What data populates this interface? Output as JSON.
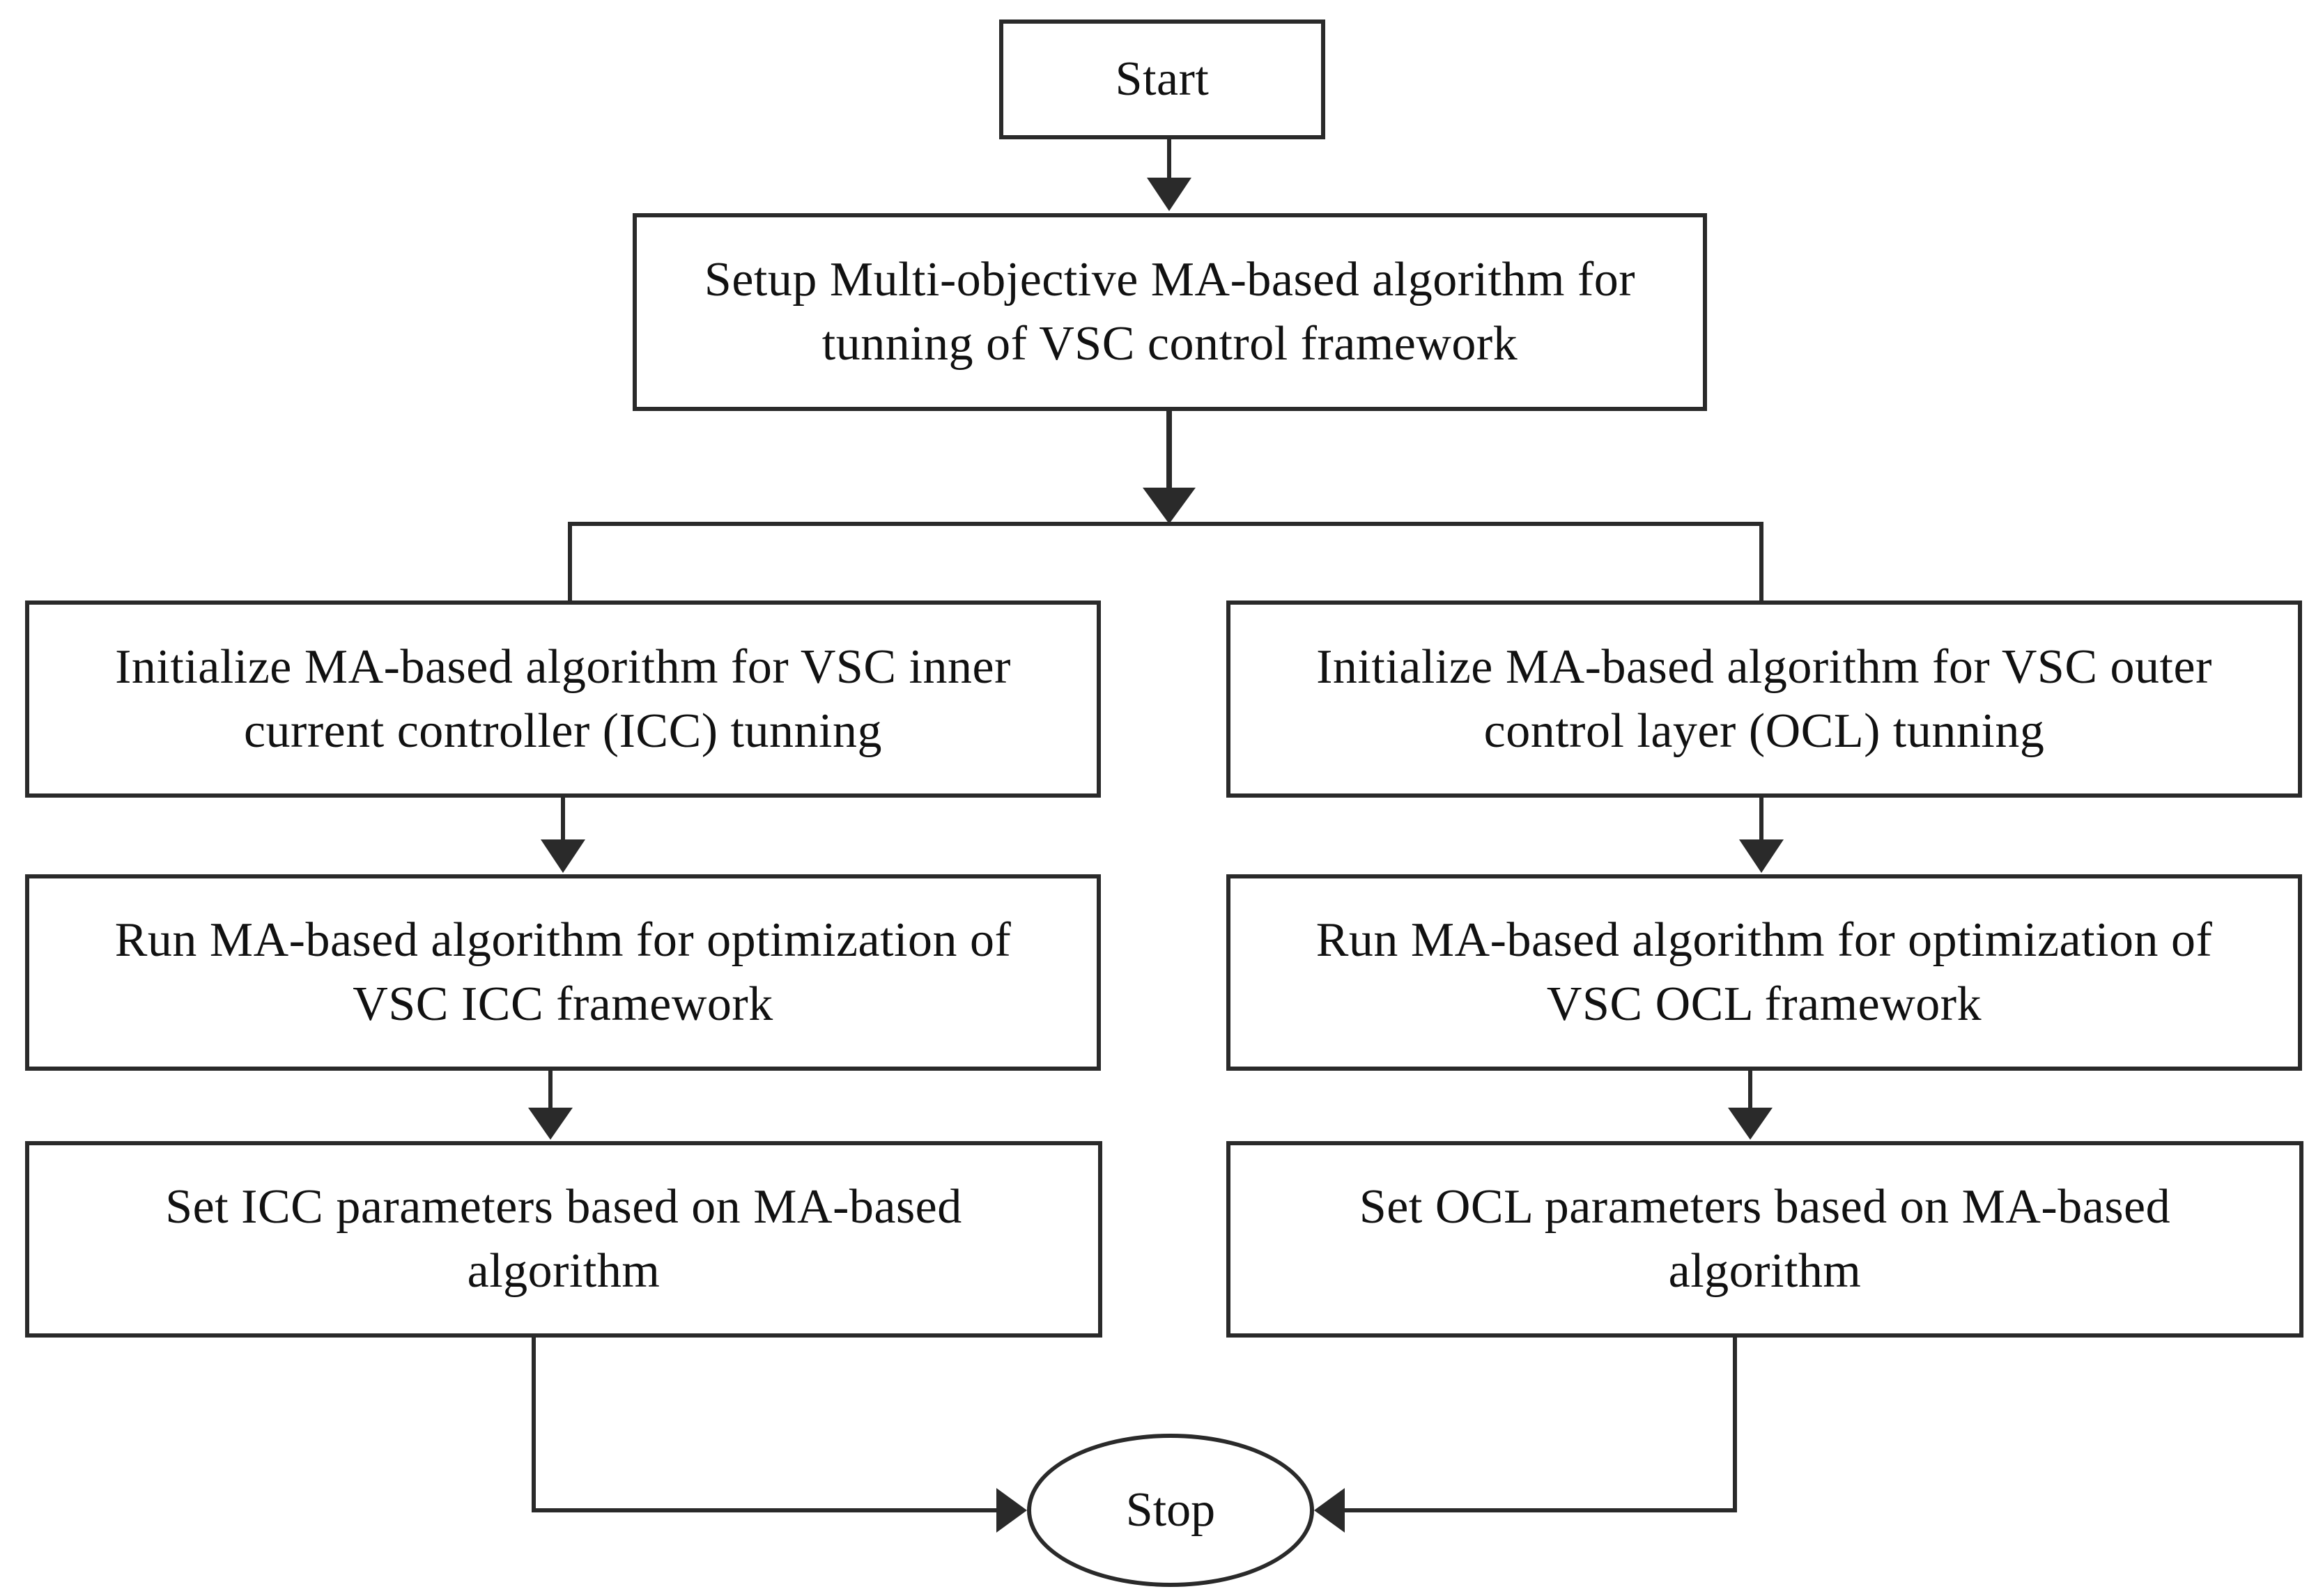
{
  "nodes": {
    "start": {
      "label": "Start"
    },
    "setup": {
      "lines": [
        "Setup Multi-objective MA-based algorithm for",
        "tunning of VSC control framework"
      ]
    },
    "init_icc": {
      "lines": [
        "Initialize MA-based algorithm for VSC inner",
        "current controller (ICC) tunning"
      ]
    },
    "init_ocl": {
      "lines": [
        "Initialize MA-based algorithm for VSC outer",
        "control layer (OCL) tunning"
      ]
    },
    "run_icc": {
      "lines": [
        "Run MA-based algorithm for optimization of",
        "VSC ICC framework"
      ]
    },
    "run_ocl": {
      "lines": [
        "Run MA-based algorithm for optimization of",
        "VSC OCL framework"
      ]
    },
    "set_icc": {
      "lines": [
        "Set ICC parameters based on MA-based",
        "algorithm"
      ]
    },
    "set_ocl": {
      "lines": [
        "Set OCL parameters based on MA-based",
        "algorithm"
      ]
    },
    "stop": {
      "label": "Stop"
    }
  },
  "colors": {
    "stroke": "#2a2a2a",
    "text": "#111111",
    "background": "#ffffff"
  }
}
